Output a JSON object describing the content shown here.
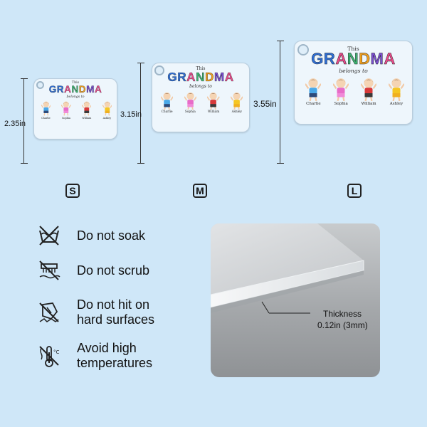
{
  "sizes": [
    {
      "badge": "S",
      "dimension": "2.35in"
    },
    {
      "badge": "M",
      "dimension": "3.15in"
    },
    {
      "badge": "L",
      "dimension": "3.55in"
    }
  ],
  "keychain": {
    "this_text": "This",
    "title_letters": [
      "G",
      "R",
      "A",
      "N",
      "D",
      "M",
      "A"
    ],
    "title_colors": [
      "#2f6fd6",
      "#2f6fd6",
      "#e84b8a",
      "#3cb371",
      "#f0a020",
      "#7b4fd0",
      "#e84b8a"
    ],
    "subtitle": "belongs to",
    "names": [
      "Charlie",
      "Sophia",
      "William",
      "Ashley"
    ],
    "shirt_colors": [
      "#4aa8e8",
      "#e86cc8",
      "#d83a3a",
      "#f5c623"
    ],
    "pants_colors": [
      "#2d4a7a",
      "#f08ad8",
      "#3a3a3a",
      "#f0b020"
    ]
  },
  "care": [
    {
      "icon": "no-soak-icon",
      "text": [
        "Do not soak"
      ]
    },
    {
      "icon": "no-scrub-icon",
      "text": [
        "Do not scrub"
      ]
    },
    {
      "icon": "no-hit-icon",
      "text": [
        "Do not hit on",
        "hard surfaces"
      ]
    },
    {
      "icon": "no-heat-icon",
      "text": [
        "Avoid high",
        "temperatures"
      ]
    }
  ],
  "thickness": {
    "label": "Thickness",
    "value": "0.12in (3mm)"
  }
}
